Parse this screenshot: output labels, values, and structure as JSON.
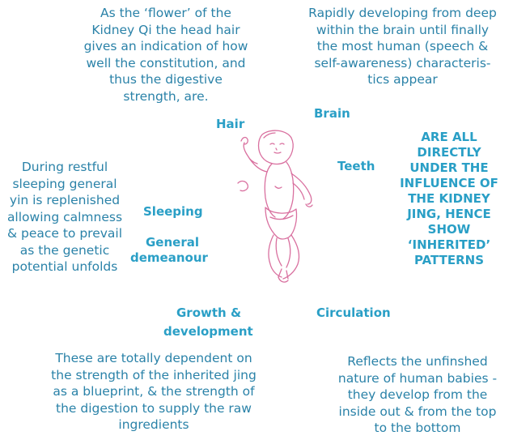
{
  "paragraphs": {
    "hair": [
      "As the ‘flower’ of the",
      "Kidney Qi the head hair",
      "gives an indication of how",
      "well the constitution, and",
      "thus the digestive",
      "strength, are."
    ],
    "brain": [
      "Rapidly developing from deep",
      "within the brain until finally",
      "the most human (speech &",
      "self-awareness) characteris-",
      "tics appear"
    ],
    "sleeping": [
      "During restful",
      "sleeping general",
      "yin is replenished",
      "allowing calmness",
      "& peace to prevail",
      "as the genetic",
      "potential unfolds"
    ],
    "growth": [
      "These are totally dependent on",
      "the strength of the inherited jing",
      "as a blueprint, & the strength of",
      "the digestion to supply the raw",
      "ingredients"
    ],
    "circulation": [
      "Reflects the unfinshed",
      "nature of human babies -",
      "they develop from the",
      "inside out & from the top",
      "to the bottom"
    ]
  },
  "labels": {
    "hair": "Hair",
    "brain": "Brain",
    "teeth": "Teeth",
    "sleeping": "Sleeping",
    "general": "General",
    "demeanour": "demeanour",
    "growth1": "Growth &",
    "growth2": "development",
    "circulation": "Circulation"
  },
  "influence": [
    "ARE ALL",
    "DIRECTLY",
    "UNDER THE",
    "INFLUENCE OF",
    "THE KIDNEY",
    "JING, HENCE",
    "SHOW",
    "‘INHERITED’",
    "PATTERNS"
  ],
  "colors": {
    "body_text": "#2a82a8",
    "label_text": "#2a9fc6",
    "illustration_line": "#d9709f"
  },
  "illustration": "baby-line-drawing"
}
